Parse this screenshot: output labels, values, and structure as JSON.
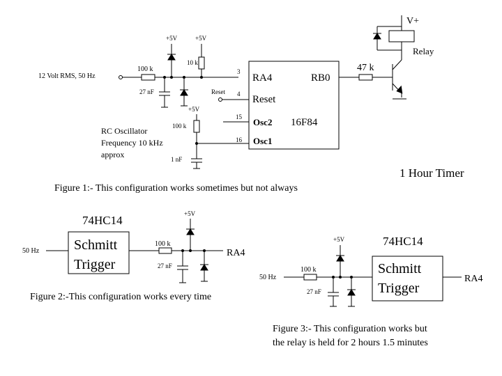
{
  "figure1": {
    "input_label": "12 Volt RMS, 50 Hz",
    "r_input": "100 k",
    "c_input": "27 nF",
    "vcc_diode": "+5V",
    "vcc_pullup": "+5V",
    "r_pullup": "10 k",
    "reset_label": "Reset",
    "pin3": "3",
    "pin4": "4",
    "pin15": "15",
    "pin16": "16",
    "vcc_osc": "+5V",
    "r_osc": "100 k",
    "c_osc": "1 nF",
    "osc_text": [
      "RC Oscillator",
      "Frequency 10 kHz",
      "approx"
    ],
    "chip": {
      "ra4": "RA4",
      "rb0": "RB0",
      "reset": "Reset",
      "osc2": "Osc2",
      "osc1": "Osc1",
      "part": "16F84"
    },
    "r_base": "47 k",
    "vplus": "V+",
    "relay": "Relay",
    "timer_title": "1 Hour Timer",
    "caption": "Figure 1:- This configuration works sometimes but not always"
  },
  "figure2": {
    "part": "74HC14",
    "schmitt": [
      "Schmitt",
      "Trigger"
    ],
    "input": "50 Hz",
    "vcc": "+5V",
    "r": "100 k",
    "c": "27 nF",
    "output": "RA4",
    "caption": "Figure 2:-This configuration works every time"
  },
  "figure3": {
    "part": "74HC14",
    "schmitt": [
      "Schmitt",
      "Trigger"
    ],
    "input": "50 Hz",
    "vcc": "+5V",
    "r": "100 k",
    "c": "27 nF",
    "output": "RA4",
    "caption": [
      "Figure 3:- This configuration works but",
      "the relay is held for 2 hours 1.5 minutes"
    ]
  }
}
